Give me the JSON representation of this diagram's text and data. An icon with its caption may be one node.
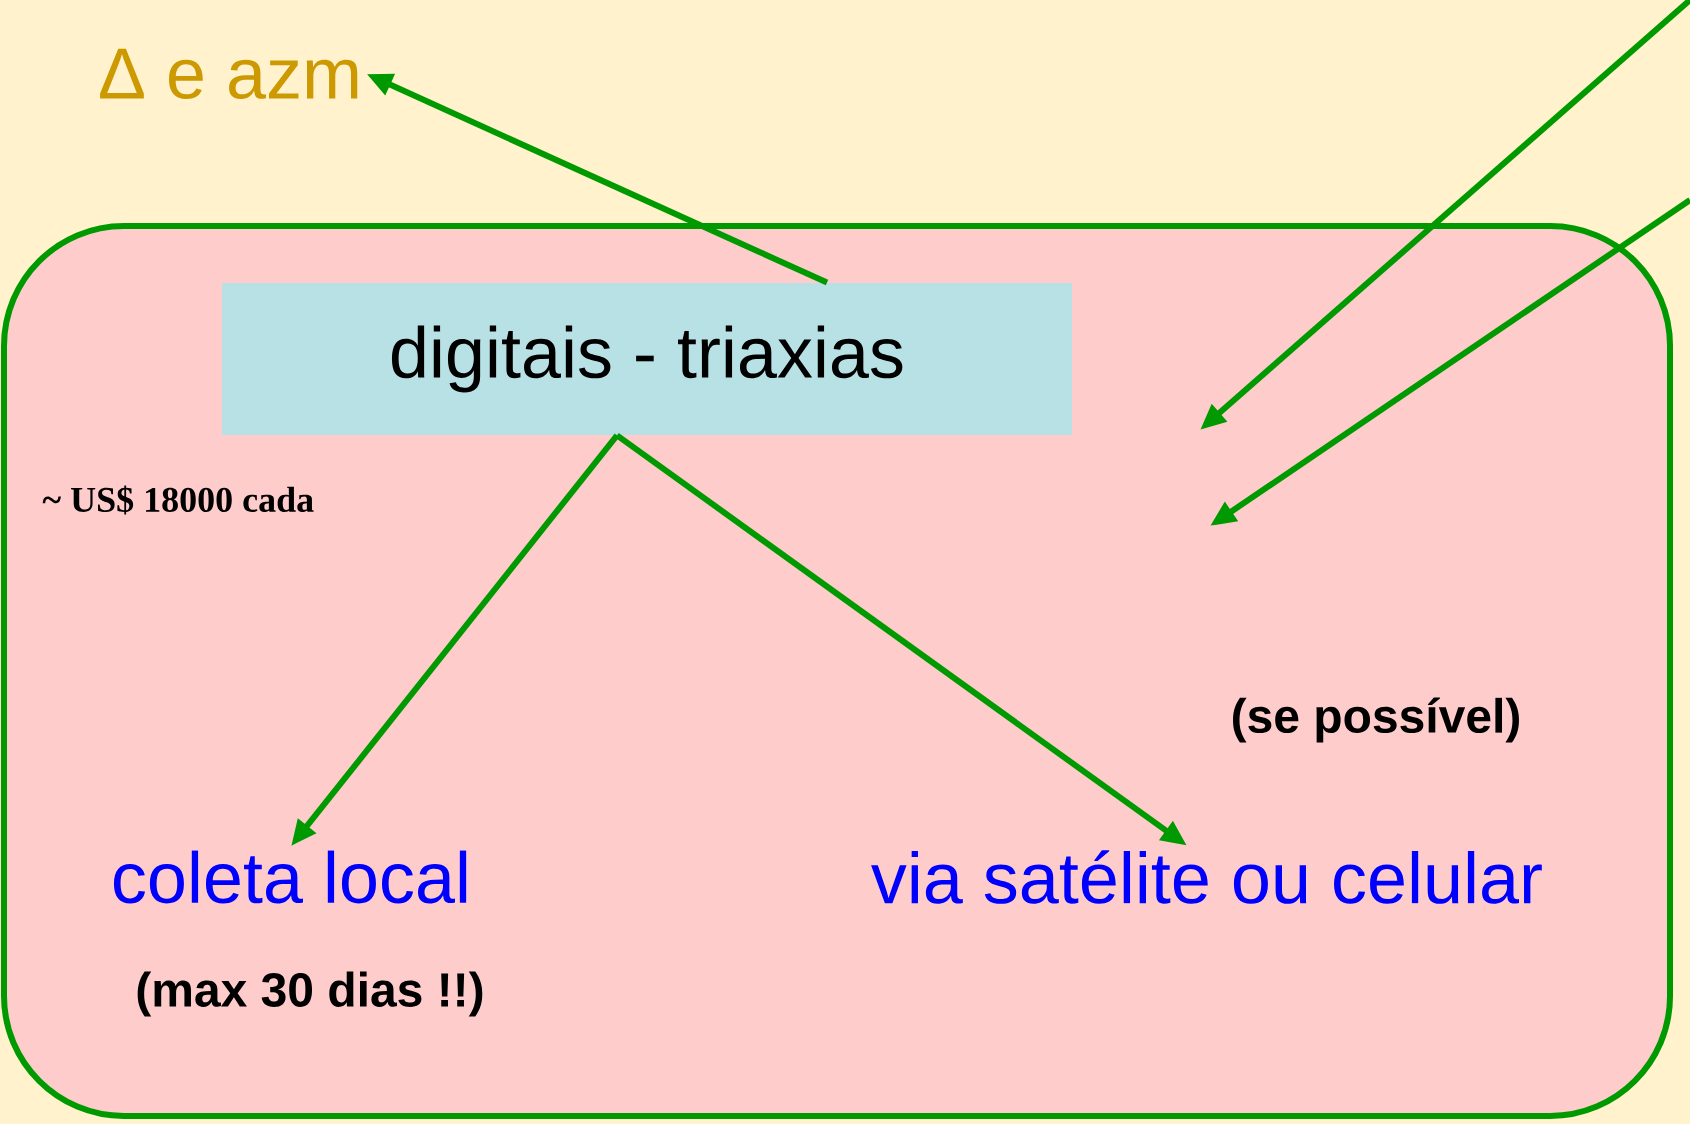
{
  "diagram": {
    "nodes": [
      {
        "text": [],
        "shape": "box"
      },
      {
        "text": [
          "Δ e azm"
        ]
      },
      {
        "text": [
          "digitais  -  triaxias"
        ],
        "in": 0,
        "beside": [
          "~ US$ 18000 cada"
        ]
      },
      {
        "text": [
          "coleta local"
        ],
        "in": 0,
        "beside": [
          "(max 30 dias !!)"
        ]
      },
      {
        "text": [
          "via satélite ou celular"
        ],
        "in": 0,
        "beside": [
          "(se possível)"
        ]
      }
    ],
    "edges": [
      {
        "from": 2,
        "to": 1,
        "arrow": "to"
      },
      {
        "from": 2,
        "to": 3,
        "arrow": "to"
      },
      {
        "from": 2,
        "to": 4,
        "arrow": "to"
      }
    ]
  }
}
